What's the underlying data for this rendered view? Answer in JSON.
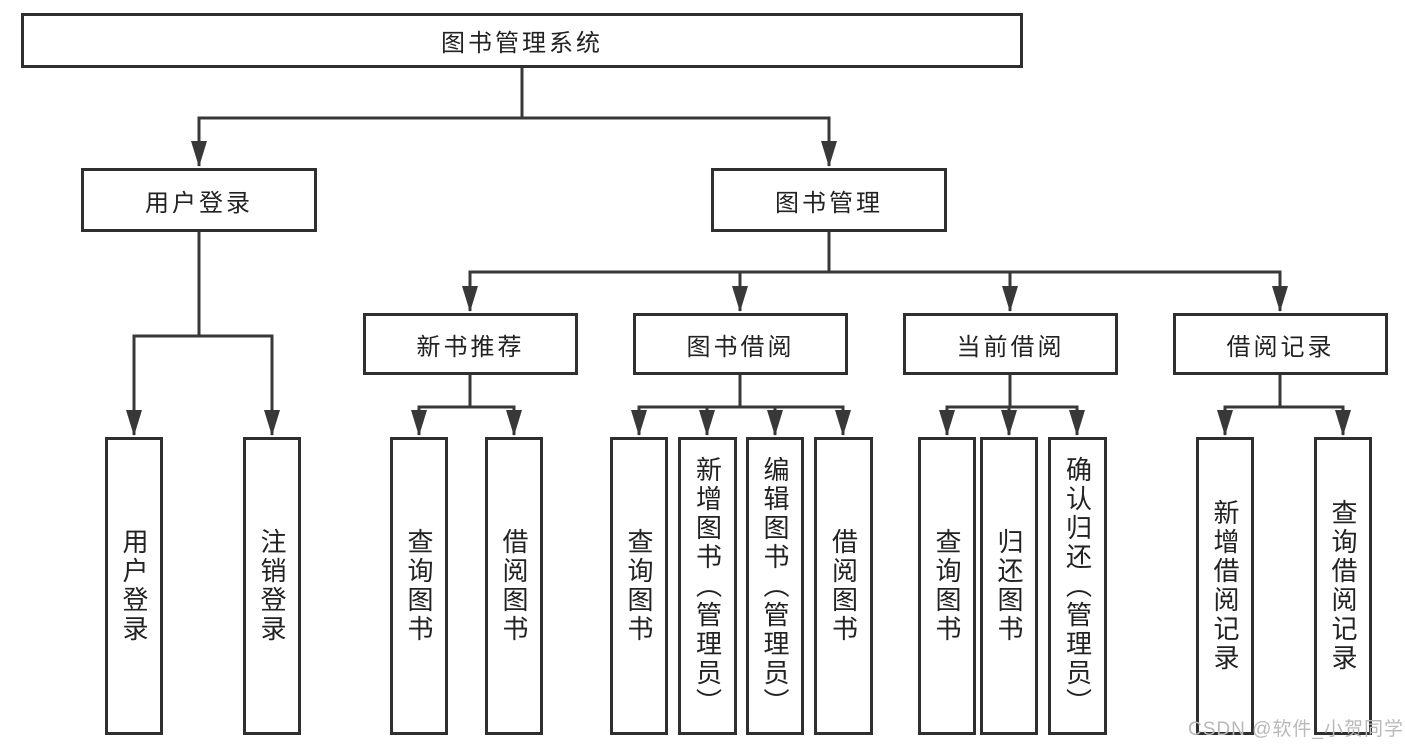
{
  "diagram": {
    "type": "hierarchy-tree",
    "nodes": {
      "root": "图书管理系统",
      "user_login": "用户登录",
      "book_management": "图书管理",
      "new_book_recommend": "新书推荐",
      "book_borrow": "图书借阅",
      "current_borrow": "当前借阅",
      "borrow_record": "借阅记录",
      "ul_user_login": "用户登录",
      "ul_logout": "注销登录",
      "nb_query_book": "查询图书",
      "nb_borrow_book": "借阅图书",
      "bb_query_book": "查询图书",
      "bb_add_book": "新增图书（管理员）",
      "bb_edit_book": "编辑图书（管理员）",
      "bb_borrow_book": "借阅图书",
      "cb_query_book": "查询图书",
      "cb_return_book": "归还图书",
      "cb_confirm_return": "确认归还（管理员）",
      "br_add_record": "新增借阅记录",
      "br_query_record": "查询借阅记录"
    },
    "edges": [
      [
        "root",
        "user_login"
      ],
      [
        "root",
        "book_management"
      ],
      [
        "user_login",
        "ul_user_login"
      ],
      [
        "user_login",
        "ul_logout"
      ],
      [
        "book_management",
        "new_book_recommend"
      ],
      [
        "book_management",
        "book_borrow"
      ],
      [
        "book_management",
        "current_borrow"
      ],
      [
        "book_management",
        "borrow_record"
      ],
      [
        "new_book_recommend",
        "nb_query_book"
      ],
      [
        "new_book_recommend",
        "nb_borrow_book"
      ],
      [
        "book_borrow",
        "bb_query_book"
      ],
      [
        "book_borrow",
        "bb_add_book"
      ],
      [
        "book_borrow",
        "bb_edit_book"
      ],
      [
        "book_borrow",
        "bb_borrow_book"
      ],
      [
        "current_borrow",
        "cb_query_book"
      ],
      [
        "current_borrow",
        "cb_return_book"
      ],
      [
        "current_borrow",
        "cb_confirm_return"
      ],
      [
        "borrow_record",
        "br_add_record"
      ],
      [
        "borrow_record",
        "br_query_record"
      ]
    ]
  },
  "watermark": {
    "text": "CSDN @软件_小贺同学",
    "color": "#b9b9b9"
  },
  "colors": {
    "border": "#2f2f2f",
    "line": "#383838",
    "text": "#222222",
    "background": "#ffffff"
  }
}
